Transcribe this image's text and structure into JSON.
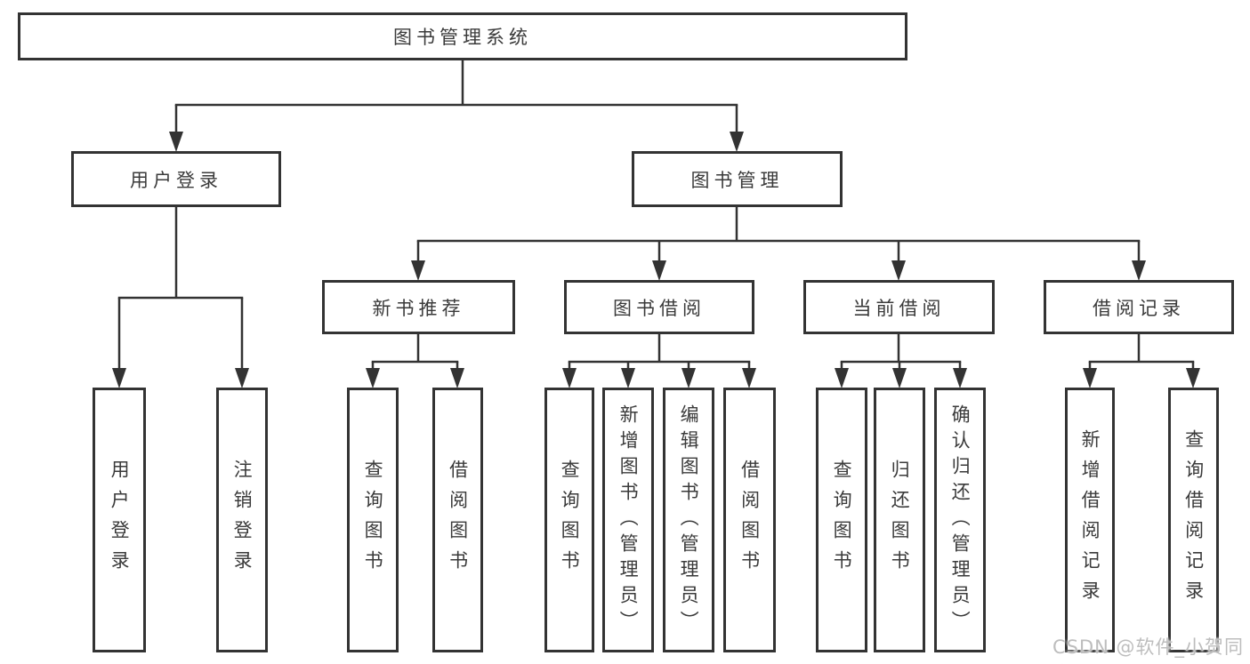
{
  "tree": {
    "label": "图书管理系统",
    "children": [
      {
        "label": "用户登录",
        "children": [
          {
            "label": "用户登录"
          },
          {
            "label": "注销登录"
          }
        ]
      },
      {
        "label": "图书管理",
        "children": [
          {
            "label": "新书推荐",
            "children": [
              {
                "label": "查询图书"
              },
              {
                "label": "借阅图书"
              }
            ]
          },
          {
            "label": "图书借阅",
            "children": [
              {
                "label": "查询图书"
              },
              {
                "label": "新增图书（管理员）"
              },
              {
                "label": "编辑图书（管理员）"
              },
              {
                "label": "借阅图书"
              }
            ]
          },
          {
            "label": "当前借阅",
            "children": [
              {
                "label": "查询图书"
              },
              {
                "label": "归还图书"
              },
              {
                "label": "确认归还（管理员）"
              }
            ]
          },
          {
            "label": "借阅记录",
            "children": [
              {
                "label": "新增借阅记录"
              },
              {
                "label": "查询借阅记录"
              }
            ]
          }
        ]
      }
    ]
  },
  "watermark": {
    "text": "CSDN @软件_小贺同学"
  },
  "colors": {
    "line": "#333333",
    "box_border": "#333333",
    "text": "#3a3a3a",
    "watermark": "#bdbdbd",
    "background": "#ffffff"
  }
}
